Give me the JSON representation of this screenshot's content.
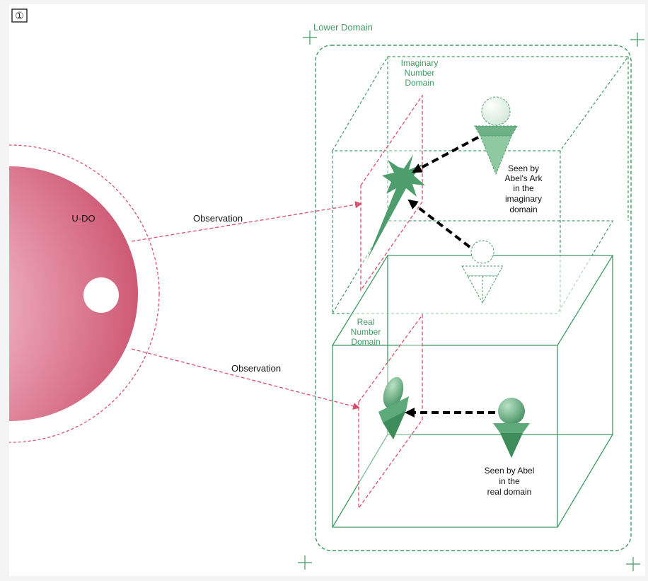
{
  "panel_marker": "①",
  "udo_label": "U-DO",
  "observation_top": "Observation",
  "observation_bottom": "Observation",
  "lower_domain_label": "Lower Domain",
  "imaginary_domain_lines": [
    "Imaginary",
    "Number",
    "Domain"
  ],
  "real_domain_lines": [
    "Real",
    "Number",
    "Domain"
  ],
  "caption_imaginary_lines": [
    "Seen by",
    "Abel's Ark",
    "in the",
    "imaginary",
    "domain"
  ],
  "caption_real_lines": [
    "Seen by Abel",
    "in the",
    "real domain"
  ],
  "colors": {
    "background": "#f4f4f4",
    "page": "#ffffff",
    "green_line": "#3f9a63",
    "green_fill": "#4e9e6d",
    "pink": "#d9506e",
    "sphere_dark": "#c84b68",
    "sphere_light": "#f8dbe2",
    "arrow": "#000000"
  }
}
